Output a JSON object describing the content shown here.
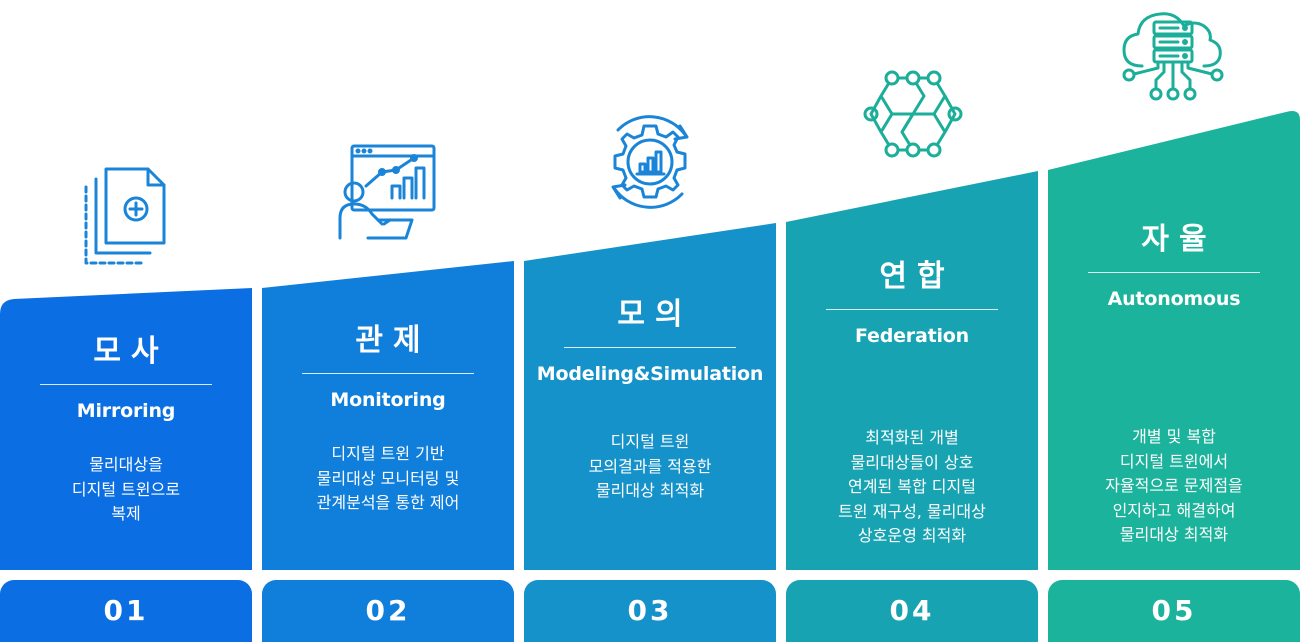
{
  "colors": {
    "step1": "#0b6fe3",
    "step2": "#0f7fdb",
    "step3": "#1592c9",
    "step4": "#17a3b2",
    "step5": "#1cb39c",
    "icon_blue": "#1a85d8",
    "icon_teal": "#1bae98",
    "text": "#ffffff"
  },
  "steps": [
    {
      "title_ko": "모사",
      "title_en": "Mirroring",
      "desc": [
        "물리대상을",
        "디지털 트윈으로",
        "복제"
      ],
      "number": "01",
      "icon": "copy-documents-icon"
    },
    {
      "title_ko": "관제",
      "title_en": "Monitoring",
      "desc": [
        "디지털 트윈 기반",
        "물리대상 모니터링 및",
        "관계분석을 통한 제어"
      ],
      "number": "02",
      "icon": "monitoring-analyst-icon"
    },
    {
      "title_ko": "모의",
      "title_en": "Modeling&Simulation",
      "desc": [
        "디지털 트윈",
        "모의결과를 적용한",
        "물리대상 최적화"
      ],
      "number": "03",
      "icon": "gear-chart-cycle-icon"
    },
    {
      "title_ko": "연합",
      "title_en": "Federation",
      "desc": [
        "최적화된 개별",
        "물리대상들이 상호",
        "연계된 복합 디지털",
        "트윈 재구성, 물리대상",
        "상호운영 최적화"
      ],
      "number": "04",
      "icon": "hexagon-network-icon"
    },
    {
      "title_ko": "자율",
      "title_en": "Autonomous",
      "desc": [
        "개별 및 복합",
        "디지털 트윈에서",
        "자율적으로 문제점을",
        "인지하고 해결하여",
        "물리대상 최적화"
      ],
      "number": "05",
      "icon": "cloud-server-icon"
    }
  ]
}
